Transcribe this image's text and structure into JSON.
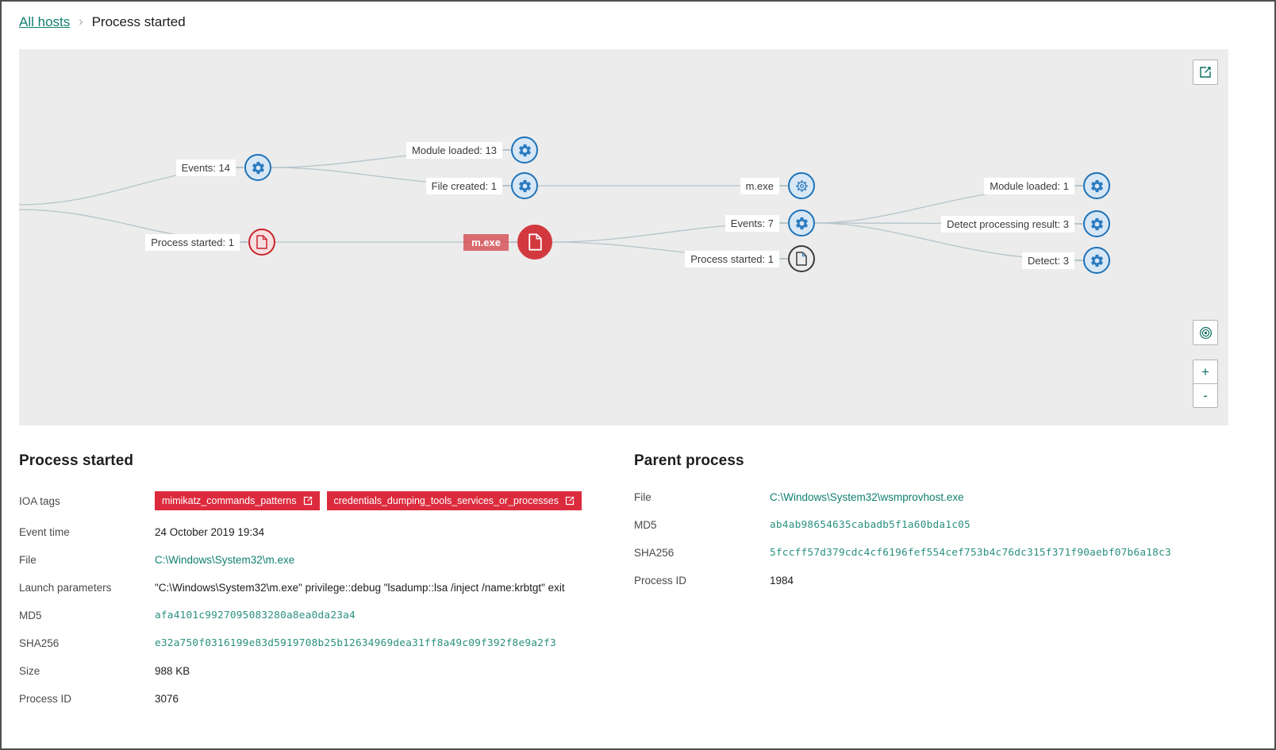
{
  "breadcrumb": {
    "link_label": "All hosts",
    "separator": "›",
    "current": "Process started"
  },
  "graph": {
    "nodes": [
      {
        "id": "events-14",
        "label": "Events: 14",
        "type": "gear"
      },
      {
        "id": "module-loaded-13",
        "label": "Module loaded: 13",
        "type": "gear"
      },
      {
        "id": "file-created-1",
        "label": "File created: 1",
        "type": "gear"
      },
      {
        "id": "process-started-1-left",
        "label": "Process started: 1",
        "type": "file-red"
      },
      {
        "id": "m-exe-file",
        "label": "m.exe",
        "type": "file-red-solid"
      },
      {
        "id": "m-exe-gear",
        "label": "m.exe",
        "type": "gear-outline"
      },
      {
        "id": "events-7",
        "label": "Events: 7",
        "type": "gear"
      },
      {
        "id": "process-started-1-right",
        "label": "Process started: 1",
        "type": "file-dark"
      },
      {
        "id": "module-loaded-1",
        "label": "Module loaded: 1",
        "type": "gear"
      },
      {
        "id": "detect-processing-result-3",
        "label": "Detect processing result: 3",
        "type": "gear"
      },
      {
        "id": "detect-3",
        "label": "Detect: 3",
        "type": "gear"
      }
    ],
    "controls": {
      "zoom_in": "+",
      "zoom_out": "-"
    }
  },
  "process_started": {
    "heading": "Process started",
    "ioa_label": "IOA tags",
    "ioa_tags": [
      "mimikatz_commands_patterns",
      "credentials_dumping_tools_services_or_processes"
    ],
    "rows": [
      {
        "label": "Event time",
        "value": "24 October 2019 19:34",
        "style": "plain"
      },
      {
        "label": "File",
        "value": "C:\\Windows\\System32\\m.exe",
        "style": "link"
      },
      {
        "label": "Launch parameters",
        "value": "\"C:\\Windows\\System32\\m.exe\" privilege::debug \"lsadump::lsa /inject /name:krbtgt\" exit",
        "style": "plain"
      },
      {
        "label": "MD5",
        "value": "afa4101c9927095083280a8ea0da23a4",
        "style": "mono"
      },
      {
        "label": "SHA256",
        "value": "e32a750f0316199e83d5919708b25b12634969dea31ff8a49c09f392f8e9a2f3",
        "style": "mono"
      },
      {
        "label": "Size",
        "value": "988 KB",
        "style": "plain"
      },
      {
        "label": "Process ID",
        "value": "3076",
        "style": "plain"
      }
    ]
  },
  "parent_process": {
    "heading": "Parent process",
    "rows": [
      {
        "label": "File",
        "value": "C:\\Windows\\System32\\wsmprovhost.exe",
        "style": "link"
      },
      {
        "label": "MD5",
        "value": "ab4ab98654635cabadb5f1a60bda1c05",
        "style": "mono"
      },
      {
        "label": "SHA256",
        "value": "5fccff57d379cdc4cf6196fef554cef753b4c76dc315f371f90aebf07b6a18c3",
        "style": "mono"
      },
      {
        "label": "Process ID",
        "value": "1984",
        "style": "plain"
      }
    ]
  },
  "colors": {
    "link_teal": "#0f7f6f",
    "hash_teal": "#2a917f",
    "badge_red": "#dd2b3e",
    "node_blue_border": "#1d72b8",
    "node_blue_fill": "#d8e7f5",
    "node_red": "#c8252c",
    "node_red_solid": "#d2393f",
    "graph_background": "#ececec",
    "edge_gray": "#b5c4cb"
  }
}
